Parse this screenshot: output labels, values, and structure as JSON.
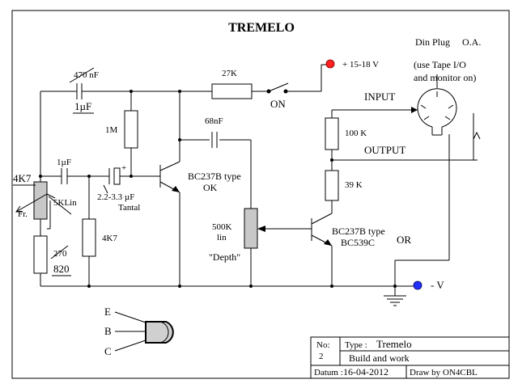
{
  "title": "TREMELO",
  "power": {
    "label": "+ 15-18 V",
    "color": "#ff2020",
    "ground_label": "- V",
    "ground_color": "#2030ff"
  },
  "switch_label": "ON",
  "din": {
    "line1": "Din Plug",
    "oa": "O.A.",
    "line2": "(use Tape I/O",
    "line3": "and monitor on)"
  },
  "io": {
    "input": "INPUT",
    "output": "OUTPUT"
  },
  "caps": {
    "c470_old": "470 nF",
    "c470_new": "1µF",
    "c_in": "1µF",
    "c68": "68nF",
    "tantal_1": "2.2-3.3 µF",
    "tantal_2": "Tantal",
    "tantal_plus": "+"
  },
  "resistors": {
    "r27k": "27K",
    "r1m": "1M",
    "r4k7_old": "4K7",
    "r5klin": "5KLin",
    "fr": "Fr.",
    "r270_old": "270",
    "r820_new": "820",
    "r4k7": "4K7",
    "r100k": "100 K",
    "r39k": "39 K"
  },
  "pot_depth": {
    "v1": "500K",
    "v2": "lin",
    "label": "\"Depth\""
  },
  "transistors": {
    "t1_line1": "BC237B type",
    "t1_line2": "OK",
    "t2_line1": "BC237B type",
    "t2_line2": "BC539C",
    "or": "OR"
  },
  "pinout": {
    "e": "E",
    "b": "B",
    "c": "C"
  },
  "title_block": {
    "no_label": "No:",
    "no_value": "2",
    "type_label": "Type :",
    "type_value": "Tremelo",
    "desc": "Build  and  work",
    "datum_label": "Datum :",
    "datum_value": "16-04-2012",
    "drawby_label": "Draw by",
    "drawby_value": "ON4CBL"
  }
}
